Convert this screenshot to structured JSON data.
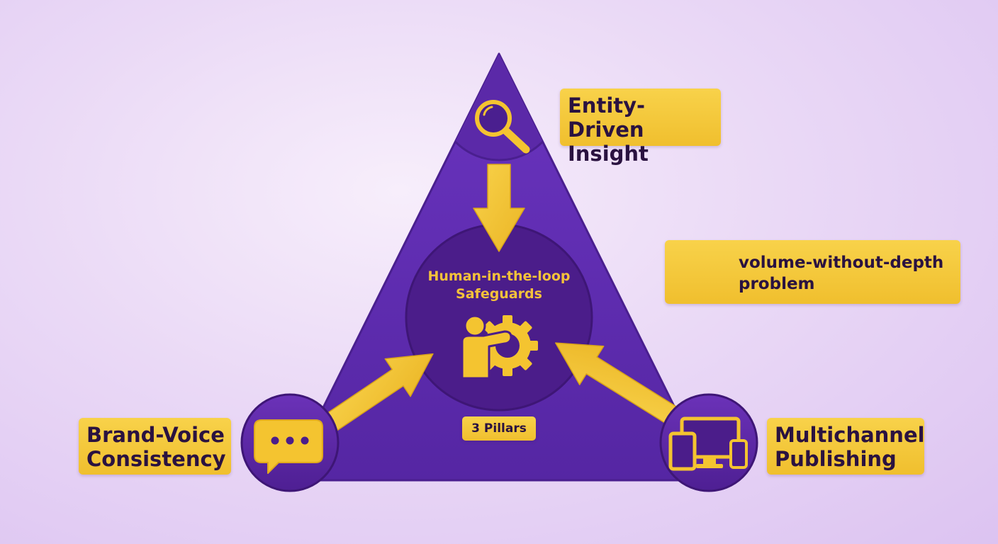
{
  "pillars": {
    "top": {
      "label": "Entity-Driven\nInsight",
      "icon": "magnifier-icon"
    },
    "bottom_left": {
      "label": "Brand-Voice\nConsistency",
      "icon": "chat-bubble-icon"
    },
    "bottom_right": {
      "label": "Multichannel\nPublishing",
      "icon": "devices-icon"
    }
  },
  "center": {
    "title": "Human-in-the-loop\nSafeguards",
    "icon": "person-gear-icon",
    "badge": "3 Pillars"
  },
  "callout": {
    "label": "volume-without-depth\nproblem",
    "icon": "document-inbox-icon"
  },
  "colors": {
    "triangle": "#5a2aa8",
    "triangle_dark": "#4a1f8f",
    "center_circle": "#4b1d8a",
    "accent_yellow": "#f4c430",
    "text_dark": "#2a1240"
  }
}
